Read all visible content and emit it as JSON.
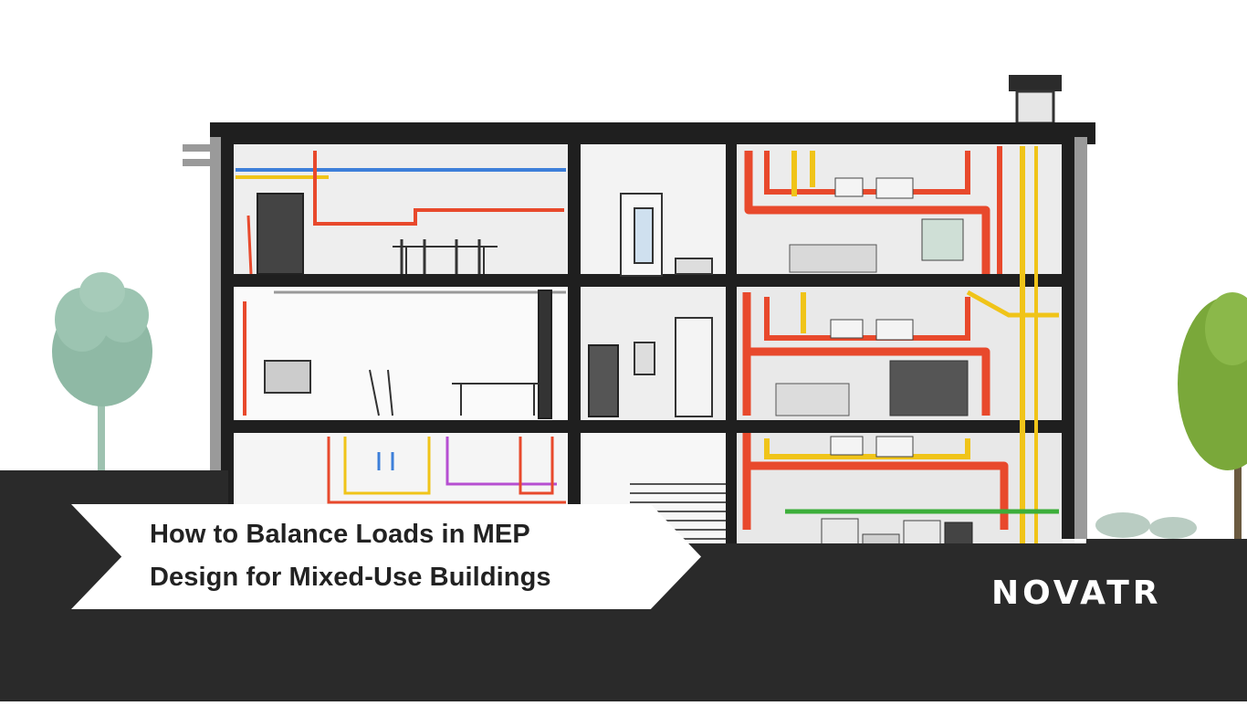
{
  "banner": {
    "line1": "How to Balance Loads in MEP",
    "line2": "Design for Mixed-Use Buildings"
  },
  "brand": {
    "logo": "NOVATR"
  },
  "colors": {
    "ground": "#2a2a2a",
    "wall": "#1f1f1f",
    "pipe_red": "#e8492c",
    "pipe_yellow": "#f0c419",
    "pipe_blue": "#3d7fd9",
    "pipe_green": "#3cae3a",
    "tree_left": "#8fb9a5",
    "tree_right": "#7aa83a"
  },
  "icons": [
    "tree-icon",
    "chimney-icon",
    "chair-icon",
    "table-icon"
  ]
}
